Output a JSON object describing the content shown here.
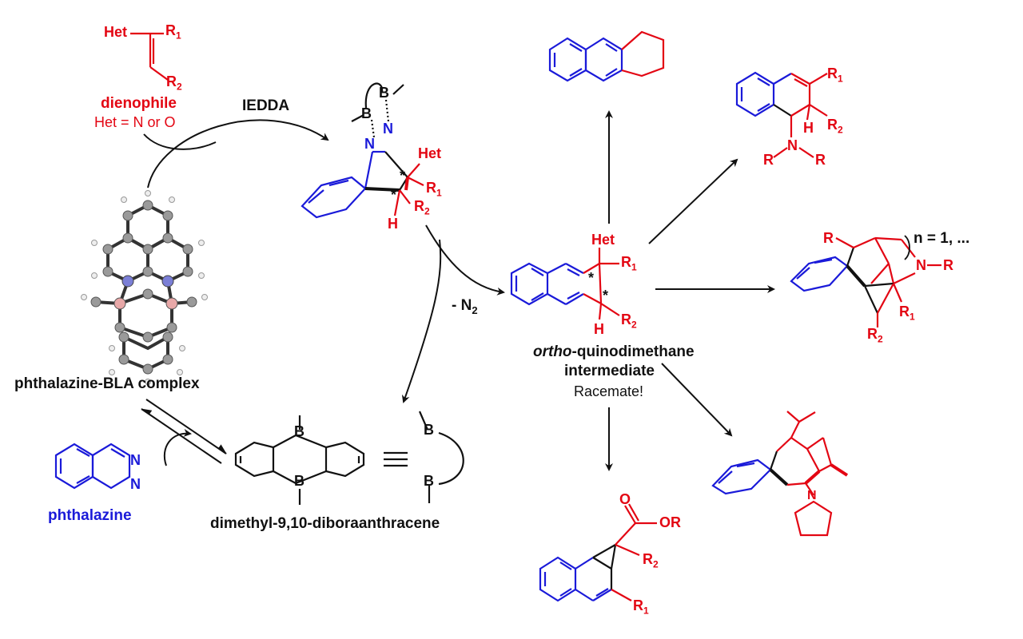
{
  "colors": {
    "red": "#e30613",
    "blue": "#1a1ad9",
    "black": "#111111",
    "gray_atom": "#9a9a9a"
  },
  "dienophile": {
    "het": "Het",
    "r1": "R",
    "r1_sub": "1",
    "r2": "R",
    "r2_sub": "2",
    "name": "dienophile",
    "het_note": "Het = N or O"
  },
  "reaction_labels": {
    "iedda": "IEDDA",
    "minus_n2": "- N",
    "minus_n2_sub": "2"
  },
  "adduct": {
    "b": "B",
    "n": "N",
    "het": "Het",
    "r1": "R",
    "r1_sub": "1",
    "r2": "R",
    "r2_sub": "2",
    "h": "H",
    "star": "*"
  },
  "complex": {
    "name": "phthalazine-BLA complex"
  },
  "phthalazine": {
    "name": "phthalazine",
    "n": "N"
  },
  "diboraanthracene": {
    "name": "dimethyl-9,10-diboraanthracene",
    "b": "B"
  },
  "intermediate": {
    "het": "Het",
    "r1": "R",
    "r1_sub": "1",
    "r2": "R",
    "r2_sub": "2",
    "h": "H",
    "star": "*",
    "name_italic": "ortho",
    "name_rest": "-quinodimethane",
    "name_line2": "intermediate",
    "note": "Racemate!"
  },
  "products": {
    "amine": {
      "r1": "R",
      "r1_sub": "1",
      "r2": "R",
      "r2_sub": "2",
      "h": "H",
      "n": "N",
      "r": "R"
    },
    "polycycle": {
      "r": "R",
      "n": "N",
      "r1": "R",
      "r1_sub": "1",
      "r2": "R",
      "r2_sub": "2",
      "n_note": "n = 1, ..."
    },
    "cyclopropane": {
      "o": "O",
      "or": "OR",
      "r1": "R",
      "r1_sub": "1",
      "r2": "R",
      "r2_sub": "2"
    },
    "pyrrolidine": {
      "n": "N"
    }
  }
}
